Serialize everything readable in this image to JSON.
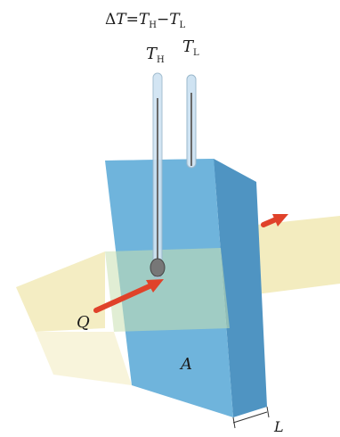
{
  "formula": {
    "delta": "Δ",
    "T": "T",
    "eq": "=",
    "minus": "−",
    "H": "H",
    "L": "L"
  },
  "thermometers": {
    "hot": {
      "T": "T",
      "sub": "H"
    },
    "cold": {
      "T": "T",
      "sub": "L"
    }
  },
  "labels": {
    "heat": "Q",
    "area": "A",
    "thickness": "L"
  },
  "colors": {
    "slab_front": "#6fb4dc",
    "slab_top": "#9fd0ee",
    "slab_side": "#4f94c2",
    "plane": "#f2eab8",
    "arrow": "#e0422a",
    "thermometer_glass": "#cfe3f2",
    "mercury": "#6a6a6a"
  }
}
